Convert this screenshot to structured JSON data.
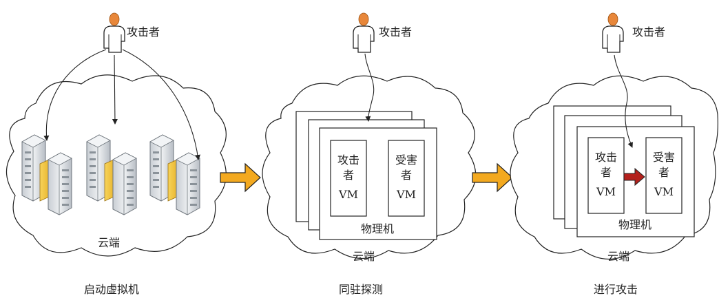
{
  "stages": [
    {
      "attacker_label": "攻击者",
      "cloud_label": "云端",
      "caption": "启动虚拟机"
    },
    {
      "attacker_label": "攻击者",
      "vm_attacker": [
        "攻击",
        "者",
        "VM"
      ],
      "vm_victim": [
        "受害",
        "者",
        "VM"
      ],
      "machine_label": "物理机",
      "cloud_label": "云端",
      "caption": "同驻探测"
    },
    {
      "attacker_label": "攻击者",
      "vm_attacker": [
        "攻击",
        "者",
        "VM"
      ],
      "vm_victim": [
        "受害",
        "者",
        "VM"
      ],
      "machine_label": "物理机",
      "cloud_label": "云端",
      "caption": "进行攻击"
    }
  ],
  "colors": {
    "person_head": "#e8873a",
    "flow_arrow": "#f3a91f",
    "attack_arrow": "#b3201c",
    "server_body": "#d9dde2",
    "server_accent": "#f2c230"
  },
  "icons": [
    "person-icon",
    "server-icon",
    "cloud-shape",
    "flow-arrow",
    "attack-arrow"
  ]
}
